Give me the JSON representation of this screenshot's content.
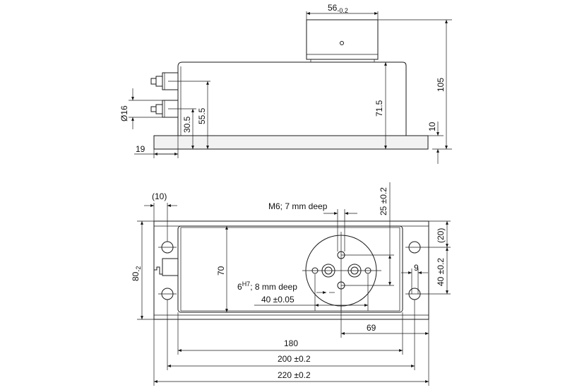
{
  "side_view": {
    "dim_top_width_main": "56",
    "dim_top_width_tol": "-0.2",
    "dim_total_height": "105",
    "dim_body_height": "71.5",
    "dim_base_height": "10",
    "dim_connector_h1": "55.5",
    "dim_connector_h2": "30.5",
    "dim_connector_dia": "Ø16",
    "dim_left_offset": "19"
  },
  "bottom_view": {
    "dim_edge_10": "(10)",
    "dim_thread_note": "M6; 7 mm deep",
    "dim_25": "25 ±0.2",
    "dim_20": "(20)",
    "dim_40_right": "40 ±0.2",
    "dim_9": "9",
    "dim_80_main": "80",
    "dim_80_tol": "-2",
    "dim_70": "70",
    "dim_pin_note_pre": "6",
    "dim_pin_note_sup": "H7",
    "dim_pin_note_post": "; 8 mm deep",
    "dim_40_bottom": "40 ±0.05",
    "dim_69": "69",
    "dim_180": "180",
    "dim_200": "200 ±0.2",
    "dim_220": "220 ±0.2"
  }
}
